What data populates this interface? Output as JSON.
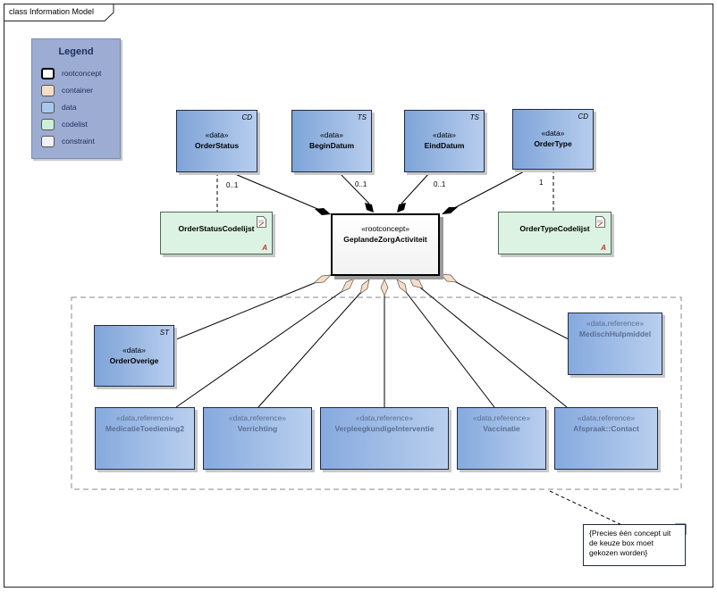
{
  "frame": {
    "title": "class Information Model"
  },
  "legend": {
    "title": "Legend",
    "items": [
      {
        "label": "rootconcept",
        "color": "#ffffff"
      },
      {
        "label": "container",
        "color": "#f7ddc6"
      },
      {
        "label": "data",
        "color": "#a9c8ee"
      },
      {
        "label": "codelist",
        "color": "#cdeed7"
      },
      {
        "label": "constraint",
        "color": "#f0f0f6"
      }
    ]
  },
  "root": {
    "stereotype": "«rootconcept»",
    "name": "GeplandeZorgActiviteit"
  },
  "data_boxes": {
    "order_status": {
      "stereotype": "«data»",
      "name": "OrderStatus",
      "tag": "CD"
    },
    "begin_datum": {
      "stereotype": "«data»",
      "name": "BeginDatum",
      "tag": "TS"
    },
    "eind_datum": {
      "stereotype": "«data»",
      "name": "EindDatum",
      "tag": "TS"
    },
    "order_type": {
      "stereotype": "«data»",
      "name": "OrderType",
      "tag": "CD"
    },
    "order_overige": {
      "stereotype": "«data»",
      "name": "OrderOverige",
      "tag": "ST"
    }
  },
  "codelists": {
    "order_status": {
      "name": "OrderStatusCodelijst",
      "mark": "A"
    },
    "order_type": {
      "name": "OrderTypeCodelijst",
      "mark": "A"
    }
  },
  "references": {
    "medisch_hulpmiddel": {
      "stereotype": "«data,reference»",
      "name": "MedischHulpmiddel"
    },
    "medicatie": {
      "stereotype": "«data,reference»",
      "name": "MedicatieToediening2"
    },
    "verrichting": {
      "stereotype": "«data,reference»",
      "name": "Verrichting"
    },
    "verpleegkundige": {
      "stereotype": "«data,reference»",
      "name": "VerpleegkundigeInterventie"
    },
    "vaccinatie": {
      "stereotype": "«data,reference»",
      "name": "Vaccinatie"
    },
    "afspraak": {
      "stereotype": "«data,reference»",
      "name": "Afspraak::Contact"
    }
  },
  "multiplicities": {
    "order_status": "0..1",
    "begin_datum": "0..1",
    "eind_datum": "0..1",
    "order_type": "1"
  },
  "note": {
    "text": "{Precies één concept uit de keuze box moet gekozen worden}"
  }
}
